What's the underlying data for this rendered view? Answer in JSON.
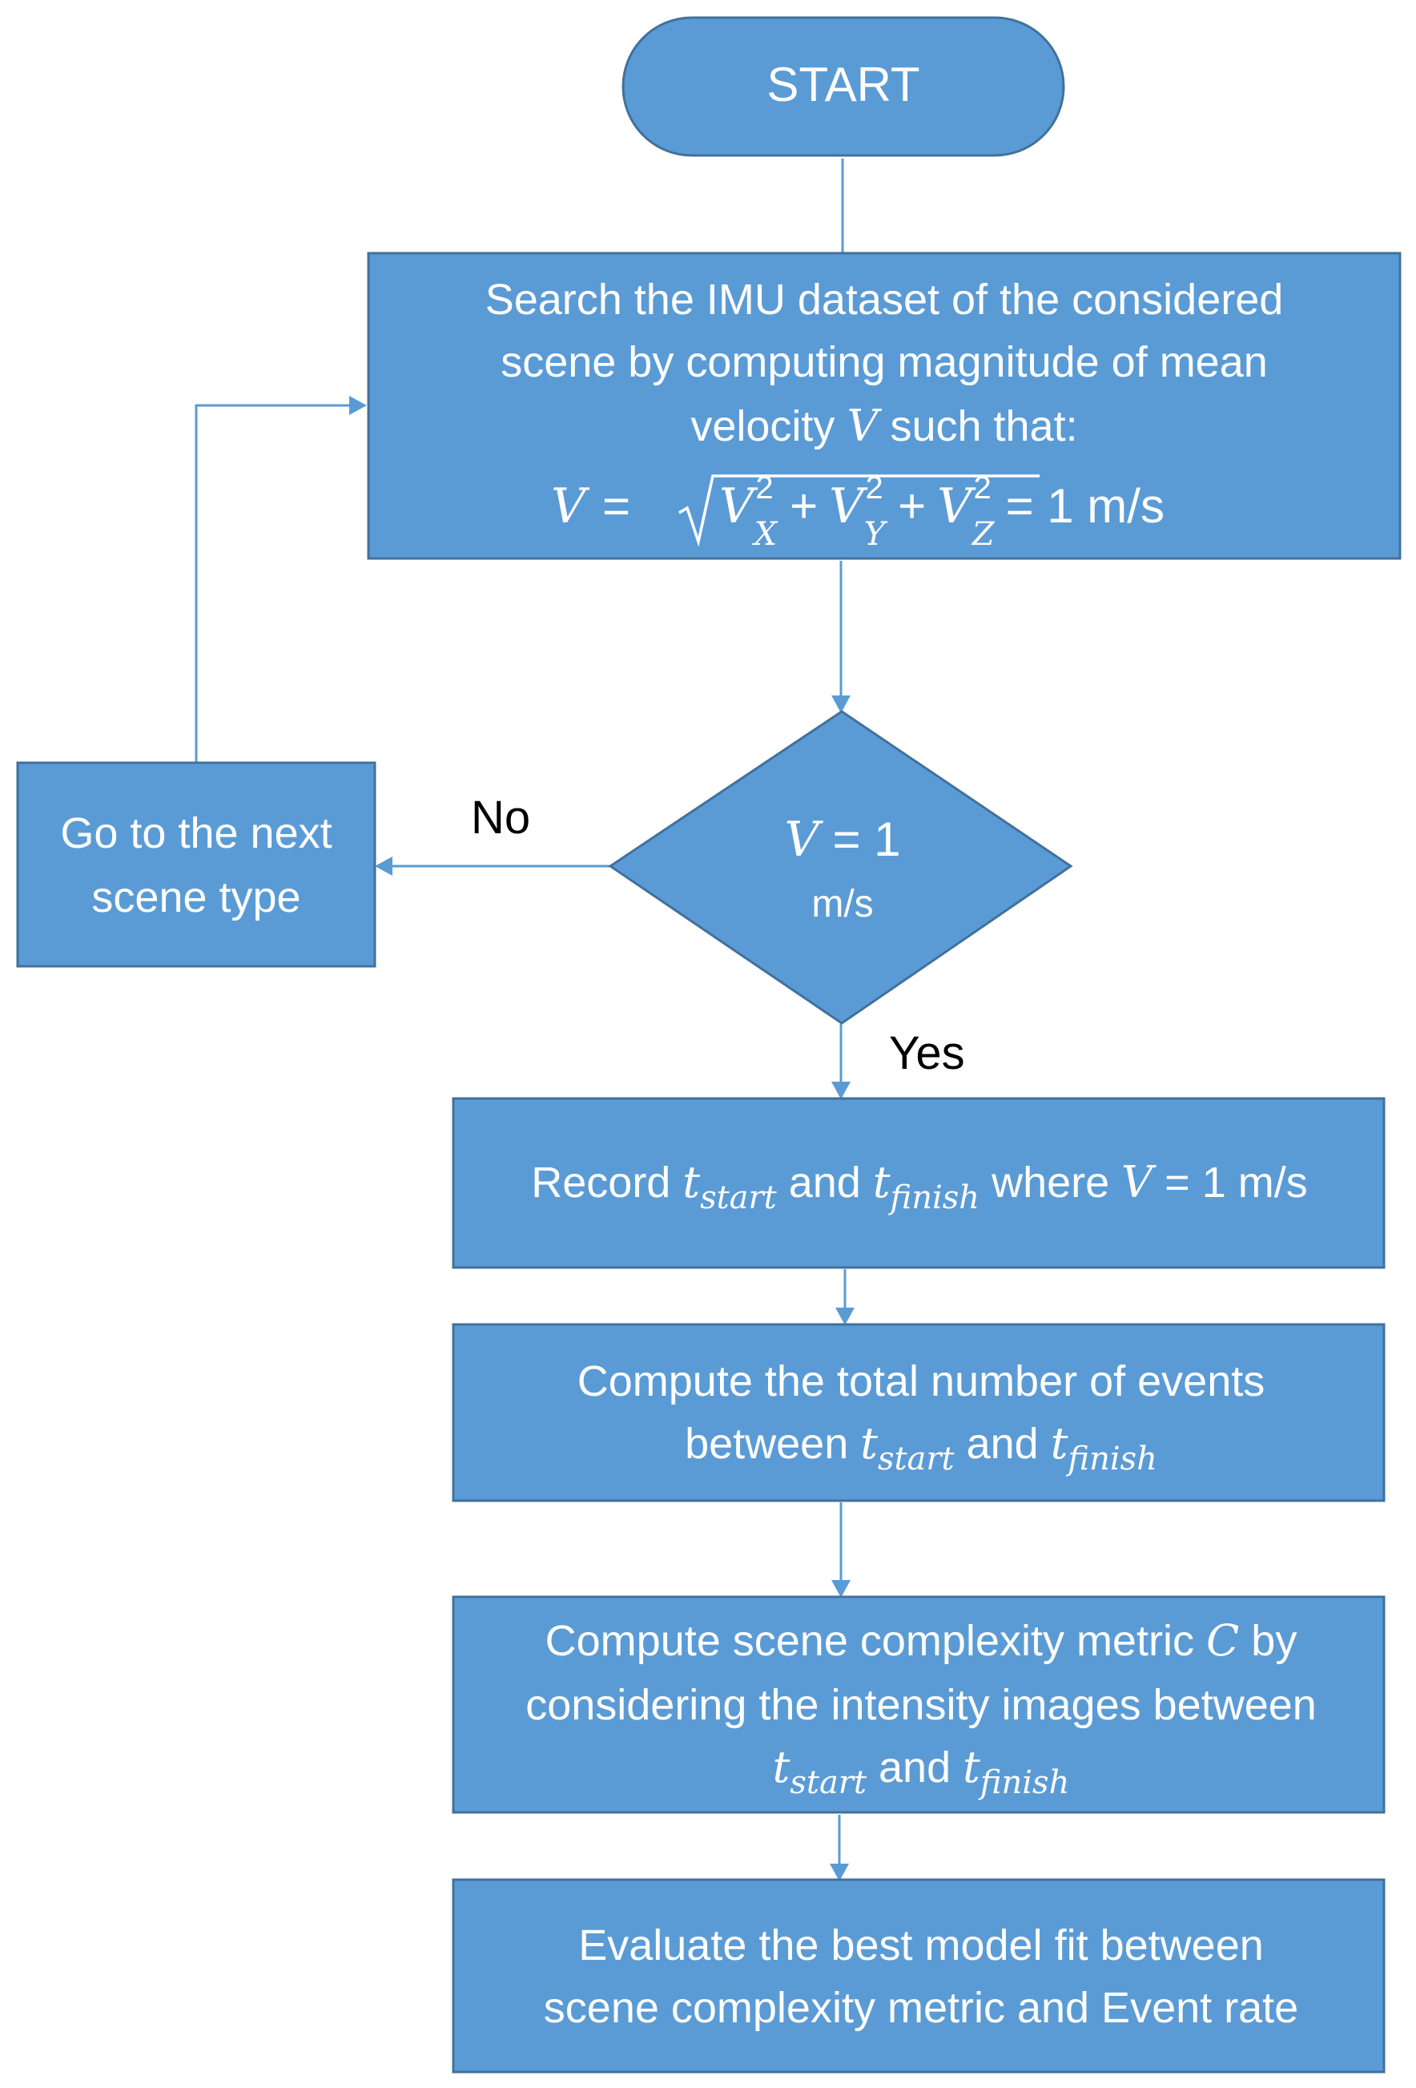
{
  "nodes": {
    "start": {
      "label": "START"
    },
    "search": {
      "line1": "Search the IMU dataset of the considered",
      "line2": "scene by computing magnitude of mean",
      "line3_pre": "velocity ",
      "line3_var": "V",
      "line3_post": " such that:",
      "formula": {
        "lhs": "V",
        "eq": "=",
        "v": "V",
        "sup": "2",
        "sub_x": "X",
        "sub_y": "Y",
        "sub_z": "Z",
        "plus": "+",
        "rhs": "= 1 m/s"
      }
    },
    "decision": {
      "var": "V",
      "rest": " = 1",
      "unit": "m/s"
    },
    "next_scene": {
      "line1": "Go to the next",
      "line2": "scene type"
    },
    "record": {
      "pre": "Record ",
      "t": "t",
      "sub_start": "start",
      "mid": " and ",
      "sub_finish": "finish",
      "post1": " where ",
      "var": "V",
      "post2": " = 1 m/s"
    },
    "count": {
      "line1": "Compute the total number of events",
      "pre": "between ",
      "t": "t",
      "sub_start": "start",
      "mid": " and ",
      "sub_finish": "finish"
    },
    "complexity": {
      "line1_pre": "Compute scene complexity metric ",
      "line1_var": "C",
      "line1_post": " by",
      "line2": "considering the intensity images between",
      "t": "t",
      "sub_start": "start",
      "mid": " and ",
      "sub_finish": "finish"
    },
    "evaluate": {
      "line1": "Evaluate the best model fit between",
      "line2": "scene complexity metric and Event rate"
    }
  },
  "edges": {
    "no_label": "No",
    "yes_label": "Yes"
  },
  "colors": {
    "fill": "#5b9bd5",
    "stroke": "#41719c",
    "text": "#ffffff",
    "edge_label": "#000000"
  }
}
